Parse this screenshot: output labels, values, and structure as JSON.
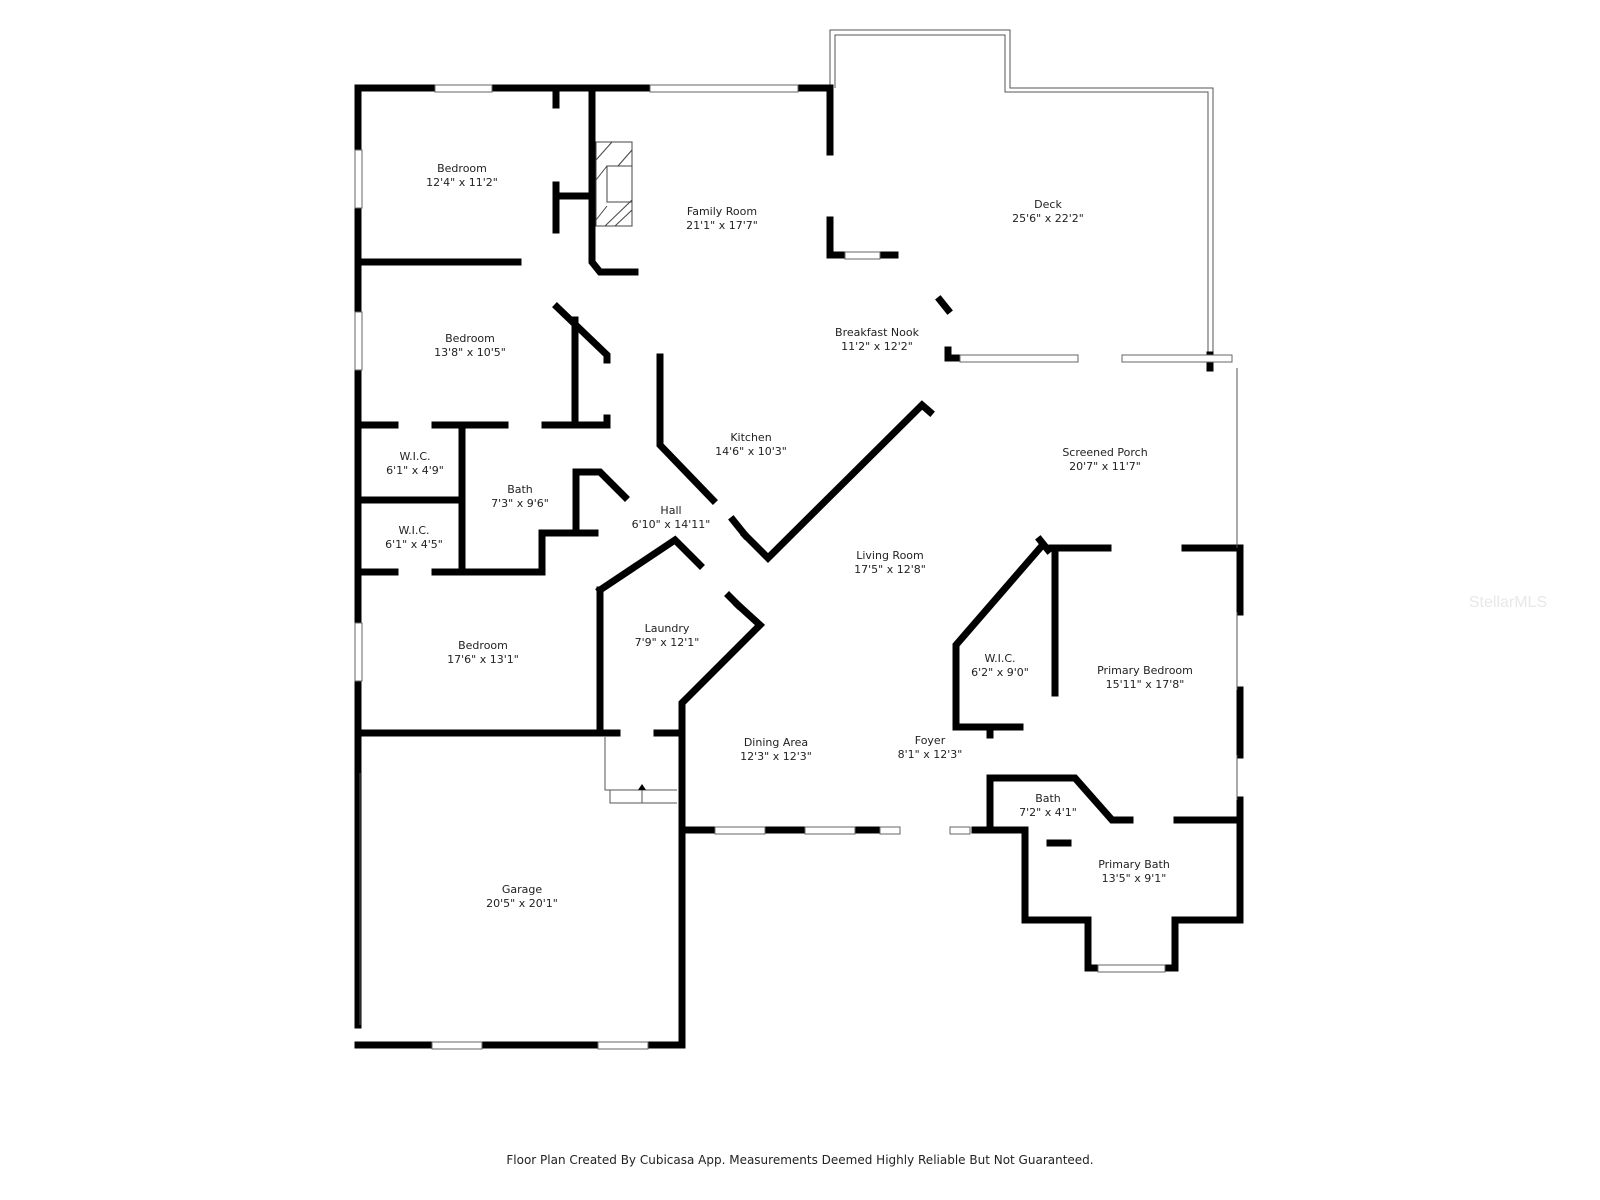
{
  "rooms": [
    {
      "name": "Bedroom",
      "dims": "12'4\" x 11'2\""
    },
    {
      "name": "Family Room",
      "dims": "21'1\" x 17'7\""
    },
    {
      "name": "Deck",
      "dims": "25'6\" x 22'2\""
    },
    {
      "name": "Bedroom",
      "dims": "13'8\" x 10'5\""
    },
    {
      "name": "Breakfast Nook",
      "dims": "11'2\" x 12'2\""
    },
    {
      "name": "Kitchen",
      "dims": "14'6\" x 10'3\""
    },
    {
      "name": "Screened Porch",
      "dims": "20'7\" x 11'7\""
    },
    {
      "name": "W.I.C.",
      "dims": "6'1\" x 4'9\""
    },
    {
      "name": "Bath",
      "dims": "7'3\" x 9'6\""
    },
    {
      "name": "Hall",
      "dims": "6'10\" x 14'11\""
    },
    {
      "name": "W.I.C.",
      "dims": "6'1\" x 4'5\""
    },
    {
      "name": "Living Room",
      "dims": "17'5\" x 12'8\""
    },
    {
      "name": "Bedroom",
      "dims": "17'6\" x 13'1\""
    },
    {
      "name": "Laundry",
      "dims": "7'9\" x 12'1\""
    },
    {
      "name": "W.I.C.",
      "dims": "6'2\" x 9'0\""
    },
    {
      "name": "Primary Bedroom",
      "dims": "15'11\" x 17'8\""
    },
    {
      "name": "Dining Area",
      "dims": "12'3\" x 12'3\""
    },
    {
      "name": "Foyer",
      "dims": "8'1\" x 12'3\""
    },
    {
      "name": "Bath",
      "dims": "7'2\" x 4'1\""
    },
    {
      "name": "Primary Bath",
      "dims": "13'5\" x 9'1\""
    },
    {
      "name": "Garage",
      "dims": "20'5\" x 20'1\""
    }
  ],
  "footer": "Floor Plan Created By Cubicasa App. Measurements Deemed Highly Reliable But Not Guaranteed.",
  "watermark": "StellarMLS"
}
